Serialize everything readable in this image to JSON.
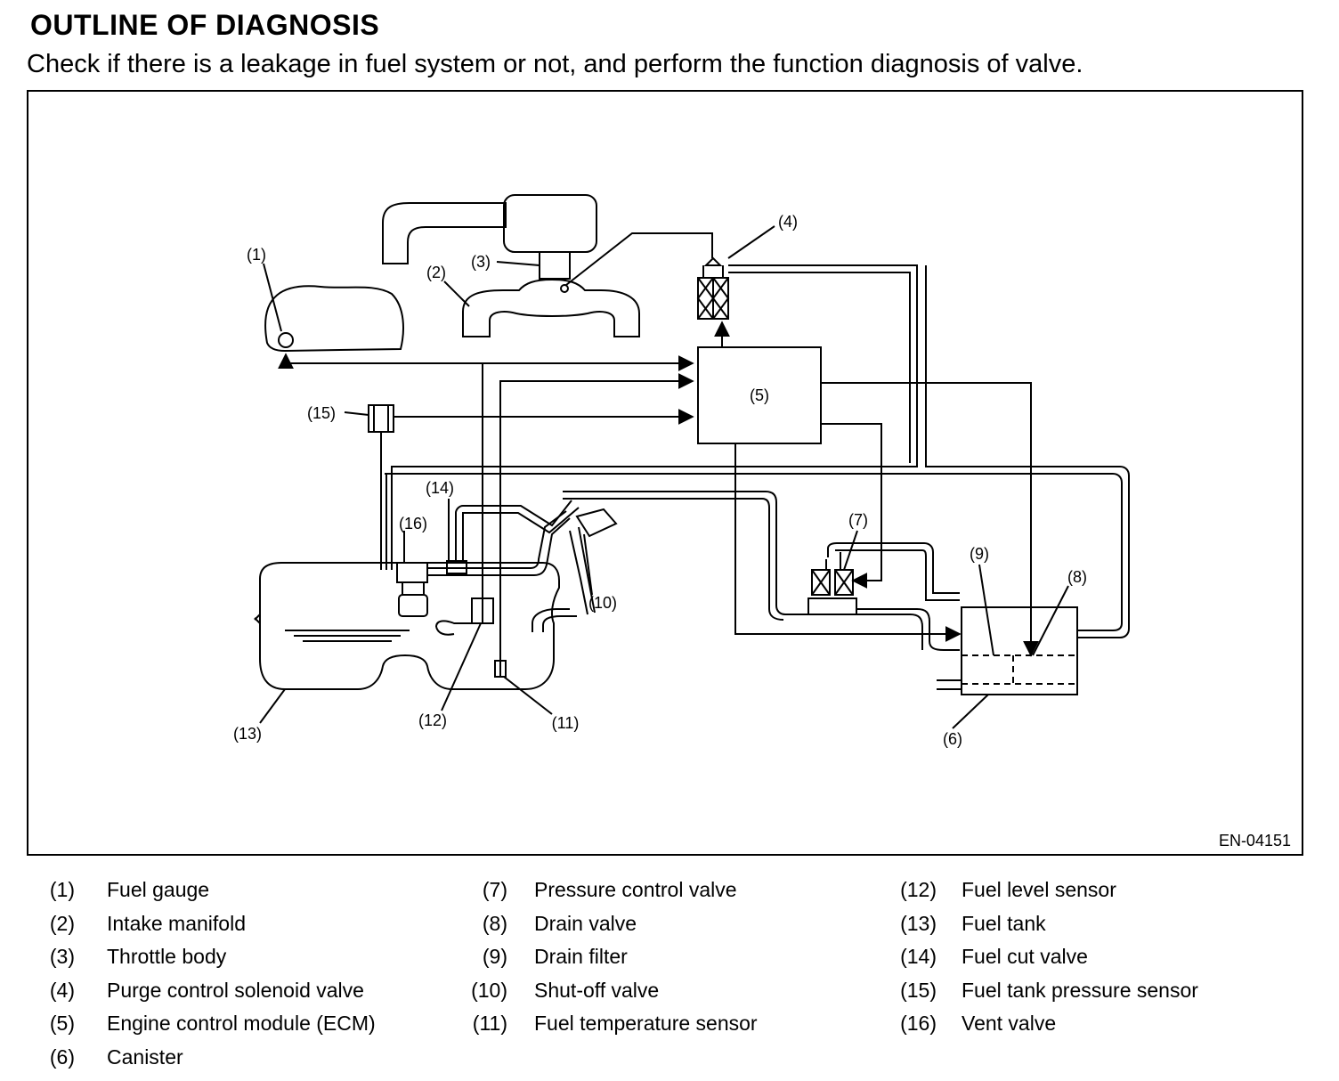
{
  "title": "OUTLINE OF DIAGNOSIS",
  "subtitle": "Check if there is a leakage in fuel system or not, and perform the function diagnosis of valve.",
  "diagram": {
    "figure_code": "EN-04151",
    "callouts": [
      "(1)",
      "(2)",
      "(3)",
      "(4)",
      "(5)",
      "(6)",
      "(7)",
      "(8)",
      "(9)",
      "(10)",
      "(11)",
      "(12)",
      "(13)",
      "(14)",
      "(15)",
      "(16)"
    ]
  },
  "legend": [
    {
      "num": "(1)",
      "label": "Fuel gauge"
    },
    {
      "num": "(2)",
      "label": "Intake manifold"
    },
    {
      "num": "(3)",
      "label": "Throttle body"
    },
    {
      "num": "(4)",
      "label": "Purge control solenoid valve"
    },
    {
      "num": "(5)",
      "label": "Engine control module (ECM)"
    },
    {
      "num": "(6)",
      "label": "Canister"
    },
    {
      "num": "(7)",
      "label": "Pressure control valve"
    },
    {
      "num": "(8)",
      "label": "Drain valve"
    },
    {
      "num": "(9)",
      "label": "Drain filter"
    },
    {
      "num": "(10)",
      "label": "Shut-off valve"
    },
    {
      "num": "(11)",
      "label": "Fuel temperature sensor"
    },
    {
      "num": "(12)",
      "label": "Fuel level sensor"
    },
    {
      "num": "(13)",
      "label": "Fuel tank"
    },
    {
      "num": "(14)",
      "label": "Fuel cut valve"
    },
    {
      "num": "(15)",
      "label": "Fuel tank pressure sensor"
    },
    {
      "num": "(16)",
      "label": "Vent valve"
    }
  ]
}
